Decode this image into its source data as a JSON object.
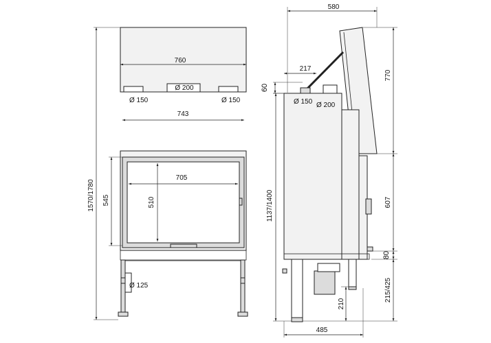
{
  "front_view": {
    "dimensions": {
      "total_height": "1570/1780",
      "outer_width": "760",
      "inner_width": "743",
      "glass_width": "705",
      "glass_height": "510",
      "door_height": "545",
      "flue_center": "Ø 200",
      "flue_left": "Ø 150",
      "flue_right": "Ø 150",
      "air_inlet": "Ø 125"
    }
  },
  "side_view": {
    "dimensions": {
      "total_depth": "580",
      "hood_offset": "217",
      "top_gap": "60",
      "flue_left": "Ø 150",
      "flue_right": "Ø 200",
      "hood_height": "770",
      "body_height": "1137/1400",
      "door_height": "607",
      "foot_gap": "80",
      "leg_height": "215/425",
      "air_height": "210",
      "base_depth": "485"
    }
  }
}
